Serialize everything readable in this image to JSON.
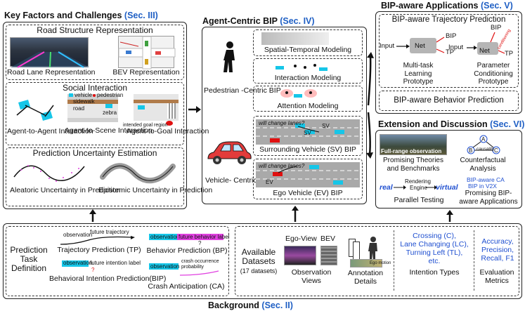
{
  "colors": {
    "accent_blue": "#1f5fc4",
    "cyan": "#16c6e8",
    "magenta": "#e040e0",
    "red": "#e01010"
  },
  "key_factors": {
    "title": "Key Factors and Challenges",
    "sec": "(Sec. III)",
    "road": {
      "title": "Road Structure Representation",
      "lane": "Road Lane Representation",
      "bev": "BEV Representation"
    },
    "social": {
      "title": "Social Interaction",
      "a2a": "Agent-to-Agent Interaction",
      "a2s": "Agent-to-Scene Interaction",
      "a2g": "Agent-to-Goal Interaction",
      "legend_vehicle": "vehicle",
      "legend_pedestrian": "pedestrian",
      "sidewalk": "sidewalk",
      "road": "road",
      "zebra": "zebra",
      "goal": "intended goal region"
    },
    "uncertainty": {
      "title": "Prediction Uncertainty Estimation",
      "aleatoric": "Aleatoric Uncertainty in Prediction",
      "epistemic": "Epistemic Uncertainty in Prediction"
    }
  },
  "agent_bip": {
    "title": "Agent-Centric BIP",
    "sec": "(Sec. IV)",
    "ped_label": "Pedestrian -Centric BIP",
    "veh_label": "Vehicle- Centric BIP",
    "spatial": "Spatial-Temporal Modeling",
    "interaction": "Interaction Modeling",
    "attention": "Attention Modeling",
    "sv": "Surrounding Vehicle (SV) BIP",
    "ev": "Ego Vehicle (EV) BIP",
    "sv_q": "will change lanes?",
    "sv_tag": "SV",
    "sv_tag2": "SV",
    "ev_q": "will change lanes?",
    "ev_tag": "EV"
  },
  "applications": {
    "title": "BIP-aware Applications",
    "sec": "(Sec. V)",
    "traj_title": "BIP-aware Trajectory Prediction",
    "input": "Input",
    "net": "Net",
    "bip": "BIP",
    "tp": "TP",
    "conditioning": "conditioning",
    "multi_task": "Multi-task Learning Prototype",
    "param_cond": "Parameter Conditioning Prototype",
    "behavior": "BIP-aware Behavior Prediction"
  },
  "extension": {
    "title": "Extension and Discussion",
    "sec": "(Sec. VI)",
    "full_range": "Full-range observation",
    "theories": "Promising Theories and Benchmarks",
    "counterfactual": "Counterfactual Analysis",
    "causality": "causality",
    "node_a": "A",
    "node_b": "B",
    "node_c": "C",
    "real": "real",
    "virtual": "virtual",
    "rendering": "Rendering",
    "engine": "Engine",
    "parallel": "Parallel Testing",
    "bip_ca": "BIP-aware CA",
    "bip_v2x": "BIP in V2X",
    "promising_apps": "Promising BIP-aware Applications"
  },
  "background": {
    "title": "Background",
    "sec": "(Sec. II)",
    "ptd": "Prediction Task Definition",
    "obs": "observation",
    "future_traj": "future trajectory",
    "tp": "Trajectory Prediction (TP)",
    "future_intent": "future intention label",
    "q": "?",
    "bip": "Behavioral Intention Prediction(BIP)",
    "future_behav": "future behavior label",
    "bp": "Behavior Prediction (BP)",
    "crash_prob": "crash occurrence probability",
    "ca": "Crash Anticipation (CA)",
    "datasets": "Available Datasets",
    "datasets_count": "(17 datasets)",
    "ego_view": "Ego-View",
    "bev": "BEV",
    "obs_views": "Observation Views",
    "annotation": "Annotation Details",
    "ego_motion": "Ego motion",
    "intentions": [
      "Crossing (C),",
      "Lane Changing (LC),",
      "Turning Left (TL),",
      "etc."
    ],
    "intention_types": "Intention Types",
    "metrics": [
      "Accuracy,",
      "Precision,",
      "Recall, F1"
    ],
    "eval": "Evaluation Metrics"
  }
}
